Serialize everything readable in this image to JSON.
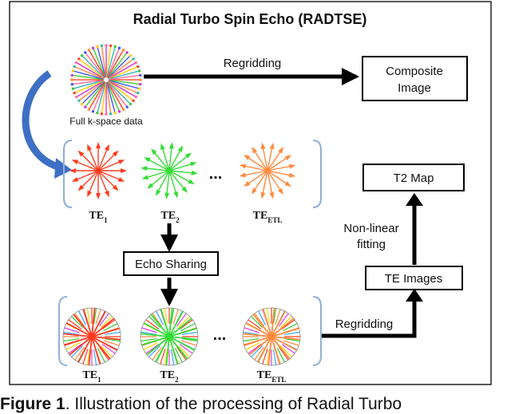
{
  "title": "Radial Turbo Spin Echo (RADTSE)",
  "full_kspace_label": "Full k-space data",
  "regridding_top": "Regridding",
  "composite_line1": "Composite",
  "composite_line2": "Image",
  "te_labels": {
    "te1": {
      "base": "TE",
      "sub": "1"
    },
    "te2": {
      "base": "TE",
      "sub": "2"
    },
    "teetl": {
      "base": "TE",
      "sub": "ETL"
    }
  },
  "ellipsis": "...",
  "echo_sharing": "Echo Sharing",
  "regridding_bottom": "Regridding",
  "t2_map": "T2 Map",
  "nonlinear_line1": "Non-linear",
  "nonlinear_line2": "fitting",
  "te_images": "TE Images",
  "caption": {
    "figure": "Figure 1",
    "text": ". Illustration of the processing of Radial Turbo"
  },
  "colors": {
    "red_spokes": "#ff3b1f",
    "green_spokes": "#33dd33",
    "orange_spokes": "#ff8a3d",
    "blue_arrow": "#3d6fc4",
    "bracket": "#8fb0d8"
  }
}
